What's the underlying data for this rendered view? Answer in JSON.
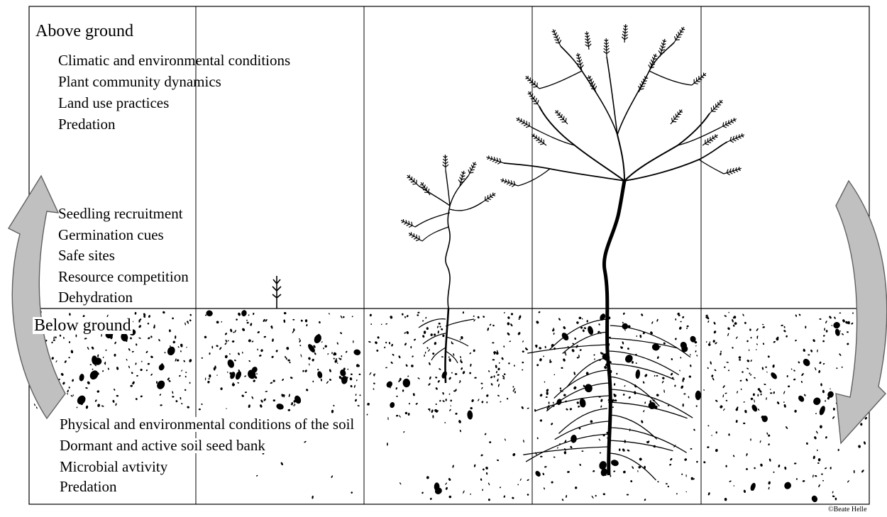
{
  "above": {
    "title": "Above ground",
    "factors": [
      "Climatic and environmental conditions",
      "Plant community dynamics",
      "Land use practices",
      "Predation"
    ]
  },
  "recruitment": {
    "factors": [
      "Seedling recruitment",
      "Germination cues",
      "Safe sites",
      "Resource competition",
      "Dehydration"
    ]
  },
  "below": {
    "title": "Below ground",
    "factors": [
      "Physical and environmental conditions of the soil",
      "Dormant and active soil seed bank",
      "Microbial avtivity",
      "Predation"
    ]
  },
  "credit": "©Beate Helle",
  "colors": {
    "arrow_fill": "#c0c0c0",
    "arrow_stroke": "#606060",
    "ink": "#000000"
  },
  "icons": [
    "cycle-arrow-up-icon",
    "cycle-arrow-down-icon",
    "seedling-icon",
    "young-plant-icon",
    "mature-tree-icon"
  ]
}
